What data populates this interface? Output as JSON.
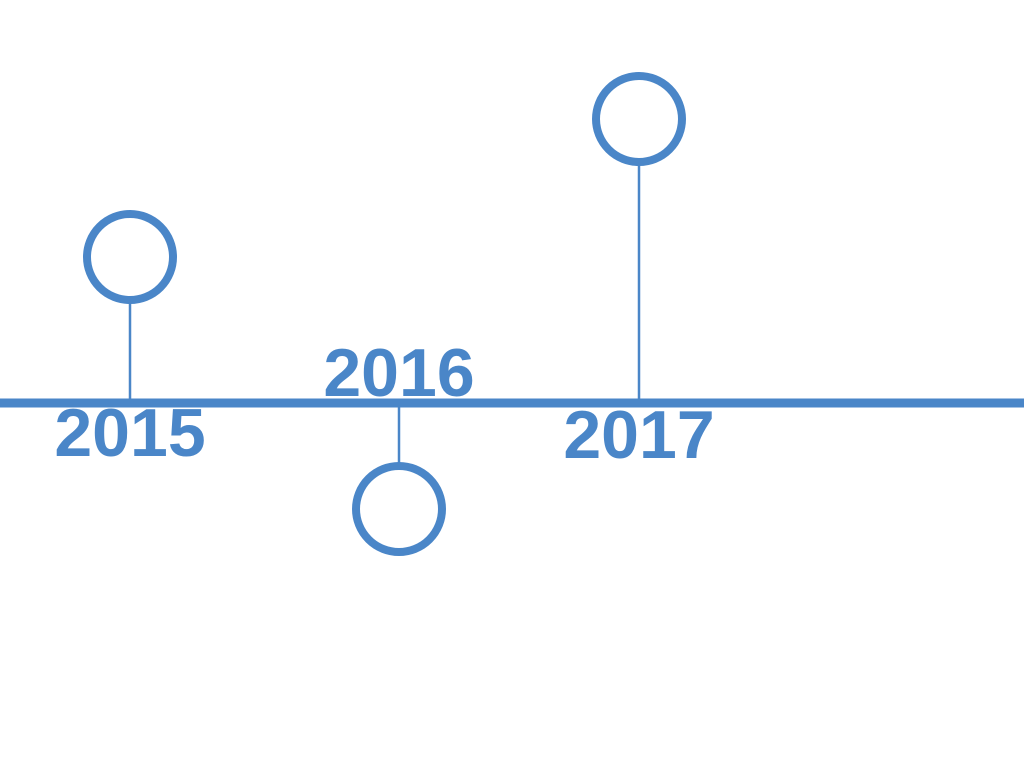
{
  "colors": {
    "accent": "#4a86c8",
    "background": "#ffffff"
  },
  "timeline": {
    "events": [
      {
        "year": "2015",
        "marker": "circle-outline",
        "direction": "up"
      },
      {
        "year": "2016",
        "marker": "circle-outline",
        "direction": "down"
      },
      {
        "year": "2017",
        "marker": "circle-outline",
        "direction": "up"
      }
    ]
  }
}
